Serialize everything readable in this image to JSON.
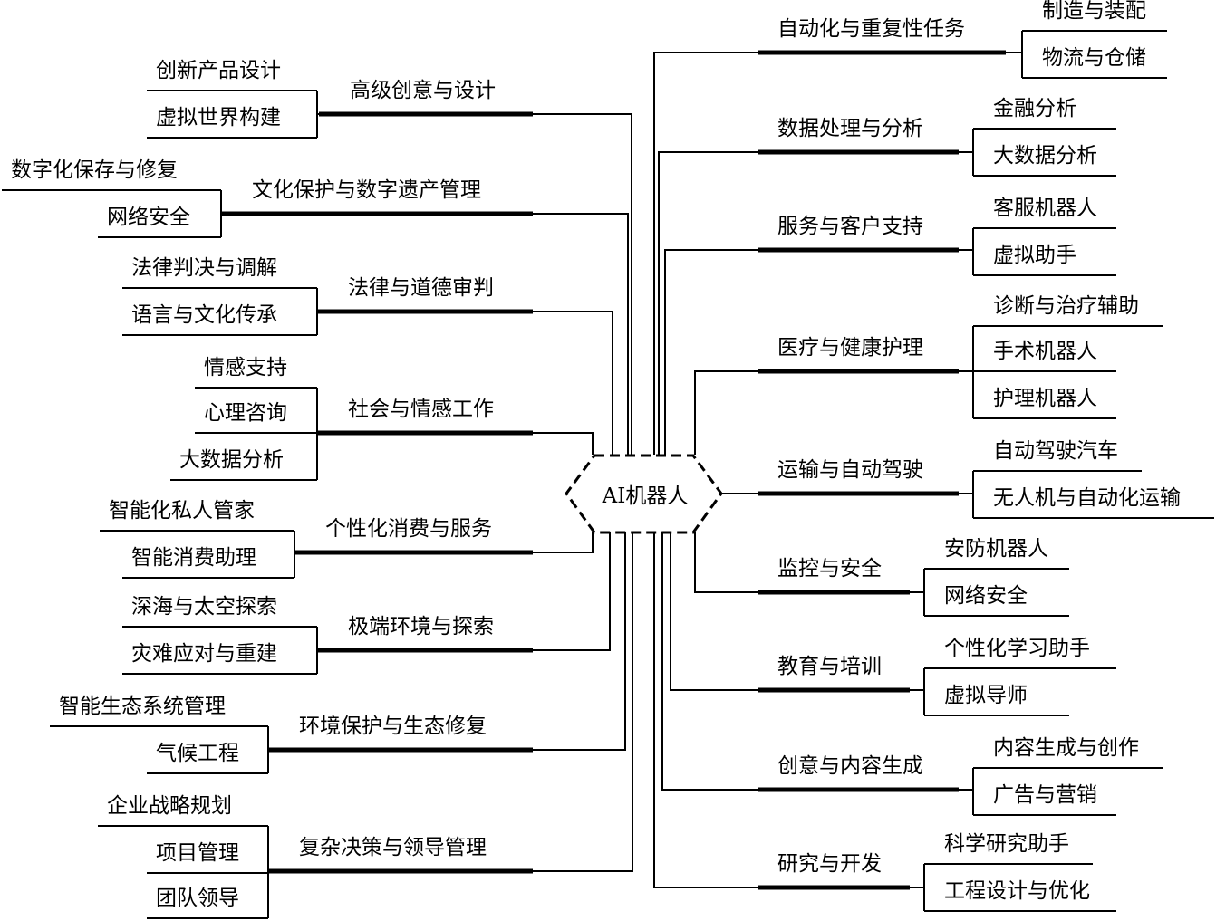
{
  "center": {
    "label": "AI机器人"
  },
  "left_branches": [
    {
      "label": "高级创意与设计",
      "children": [
        "创新产品设计",
        "虚拟世界构建"
      ]
    },
    {
      "label": "文化保护与数字遗产管理",
      "children": [
        "数字化保存与修复",
        "网络安全"
      ]
    },
    {
      "label": "法律与道德审判",
      "children": [
        "法律判决与调解",
        "语言与文化传承"
      ]
    },
    {
      "label": "社会与情感工作",
      "children": [
        "情感支持",
        "心理咨询",
        "大数据分析"
      ]
    },
    {
      "label": "个性化消费与服务",
      "children": [
        "智能化私人管家",
        "智能消费助理"
      ]
    },
    {
      "label": "极端环境与探索",
      "children": [
        "深海与太空探索",
        "灾难应对与重建"
      ]
    },
    {
      "label": "环境保护与生态修复",
      "children": [
        "智能生态系统管理",
        "气候工程"
      ]
    },
    {
      "label": "复杂决策与领导管理",
      "children": [
        "企业战略规划",
        "项目管理",
        "团队领导"
      ]
    }
  ],
  "right_branches": [
    {
      "label": "自动化与重复性任务",
      "children": [
        "制造与装配",
        "物流与仓储"
      ]
    },
    {
      "label": "数据处理与分析",
      "children": [
        "金融分析",
        "大数据分析"
      ]
    },
    {
      "label": "服务与客户支持",
      "children": [
        "客服机器人",
        "虚拟助手"
      ]
    },
    {
      "label": "医疗与健康护理",
      "children": [
        "诊断与治疗辅助",
        "手术机器人",
        "护理机器人"
      ]
    },
    {
      "label": "运输与自动驾驶",
      "children": [
        "自动驾驶汽车",
        "无人机与自动化运输"
      ]
    },
    {
      "label": "监控与安全",
      "children": [
        "安防机器人",
        "网络安全"
      ]
    },
    {
      "label": "教育与培训",
      "children": [
        "个性化学习助手",
        "虚拟导师"
      ]
    },
    {
      "label": "创意与内容生成",
      "children": [
        "内容生成与创作",
        "广告与营销"
      ]
    },
    {
      "label": "研究与开发",
      "children": [
        "科学研究助手",
        "工程设计与优化"
      ]
    }
  ]
}
